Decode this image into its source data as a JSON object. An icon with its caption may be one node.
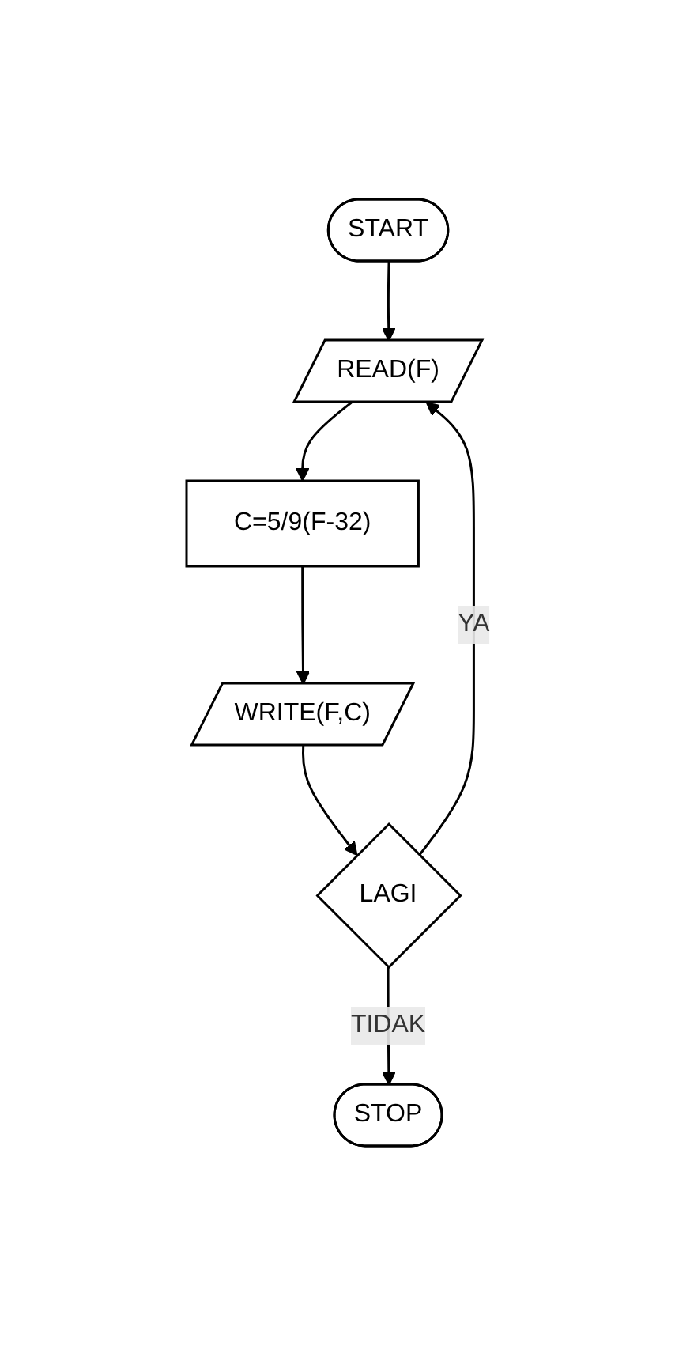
{
  "diagram": {
    "nodes": [
      {
        "text": [
          "START"
        ]
      },
      {
        "text": [
          "READ(F)"
        ]
      },
      {
        "text": [
          "C=5/9(F-32)"
        ]
      },
      {
        "text": [
          "WRITE(F,C)"
        ]
      },
      {
        "text": [
          "LAGI"
        ]
      },
      {
        "text": [
          "STOP"
        ]
      }
    ],
    "edges": [
      {
        "from": 0,
        "to": 1,
        "arrow": "to"
      },
      {
        "from": 1,
        "to": 2,
        "arrow": "to"
      },
      {
        "from": 2,
        "to": 3,
        "arrow": "to"
      },
      {
        "from": 3,
        "to": 4,
        "arrow": "to"
      },
      {
        "from": 4,
        "to": 1,
        "arrow": "to",
        "label": "YA"
      },
      {
        "from": 4,
        "to": 5,
        "arrow": "to",
        "label": "TIDAK"
      }
    ]
  }
}
